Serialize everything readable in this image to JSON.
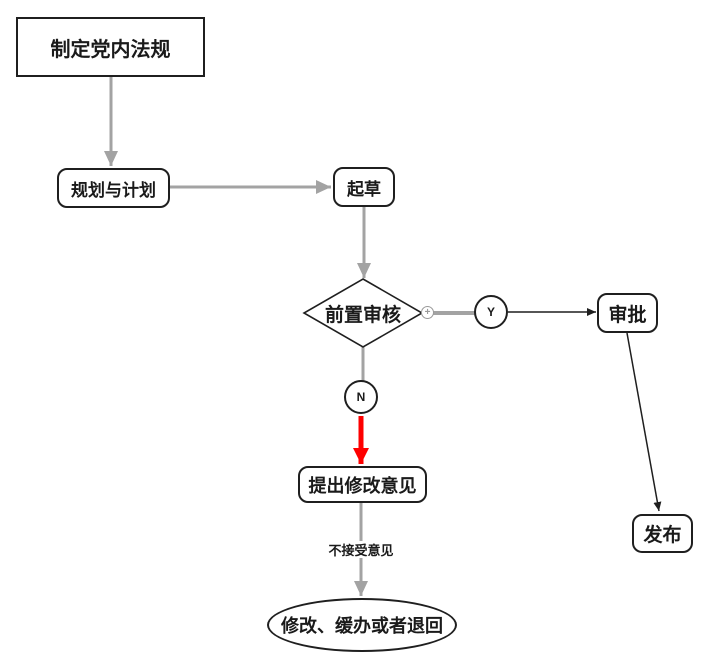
{
  "diagram": {
    "background": "#ffffff",
    "colors": {
      "node_border": "#1f1f1f",
      "node_fill": "#ffffff",
      "text": "#1a1a1a",
      "connector_gray": "#a3a3a3",
      "connector_black": "#1f1f1f",
      "connector_red": "#fe0000",
      "expand_icon_gray": "#9a9a9a"
    },
    "nodes": {
      "start": {
        "label": "制定党内法规",
        "shape": "rectangle"
      },
      "planning": {
        "label": "规划与计划",
        "shape": "rounded"
      },
      "draft": {
        "label": "起草",
        "shape": "rounded"
      },
      "pre_review": {
        "label": "前置审核",
        "shape": "diamond"
      },
      "branch_yes": {
        "label": "Y",
        "shape": "circle"
      },
      "branch_no": {
        "label": "N",
        "shape": "circle"
      },
      "approval": {
        "label": "审批",
        "shape": "rounded"
      },
      "publish": {
        "label": "发布",
        "shape": "rounded"
      },
      "propose_changes": {
        "label": "提出修改意见",
        "shape": "rounded"
      },
      "fallback": {
        "label": "修改、缓办或者退回",
        "shape": "ellipse"
      }
    },
    "edge_labels": {
      "reject": "不接受意见"
    },
    "icons": {
      "expand": "+"
    }
  }
}
